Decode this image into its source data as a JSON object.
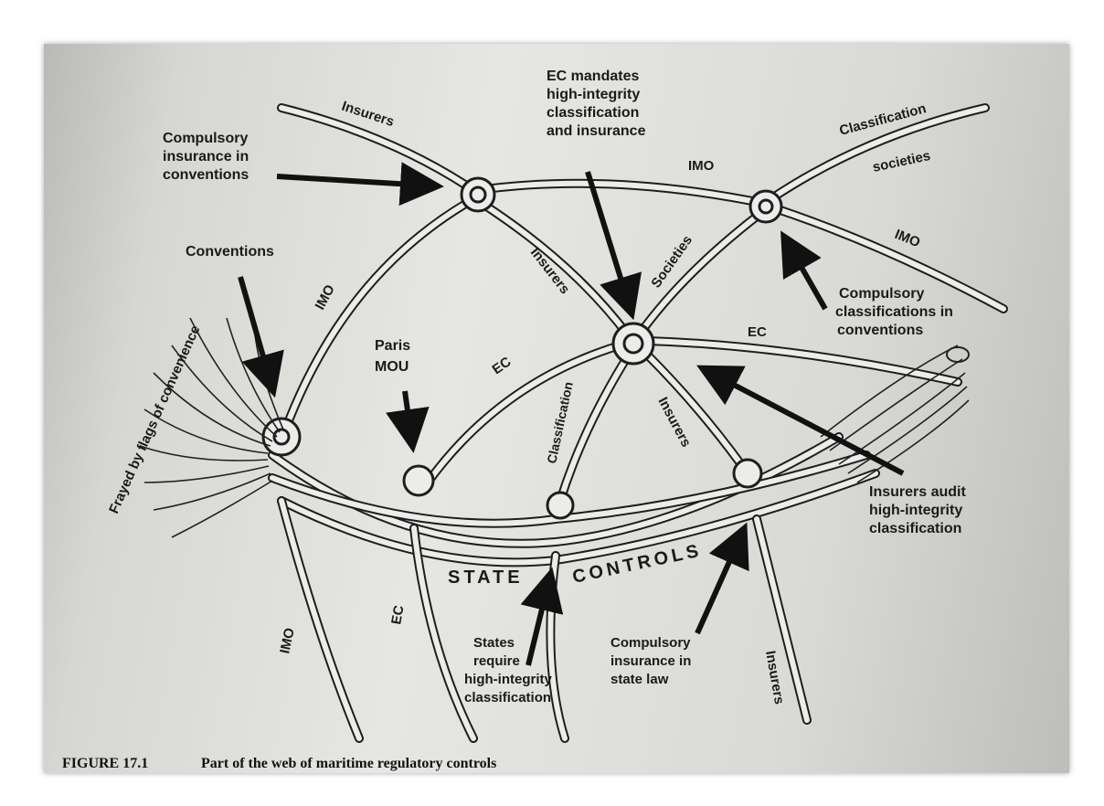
{
  "figure": {
    "caption_number": "FIGURE 17.1",
    "caption_text": "Part of the web of maritime regulatory controls"
  },
  "strand_labels": {
    "insurers_top_left": "Insurers",
    "imo_top": "IMO",
    "classification_top_right": "Classification",
    "societies_top_right": "societies",
    "imo_right": "IMO",
    "imo_left_arc": "IMO",
    "insurers_middle": "Insurers",
    "societies_middle": "Societies",
    "ec_left_arc": "EC",
    "ec_right": "EC",
    "classification_middle": "Classification",
    "insurers_lower_right": "Insurers",
    "imo_bottom": "IMO",
    "ec_bottom": "EC",
    "insurers_bottom_right": "Insurers"
  },
  "annotations": {
    "compulsory_insurance_conventions": [
      "Compulsory",
      "insurance in",
      "conventions"
    ],
    "ec_mandates": [
      "EC mandates",
      "high-integrity",
      "classification",
      "and insurance"
    ],
    "conventions": "Conventions",
    "paris_mou": [
      "Paris",
      "MOU"
    ],
    "compulsory_classifications": [
      "Compulsory",
      "classifications in",
      "conventions"
    ],
    "insurers_audit": [
      "Insurers audit",
      "high-integrity",
      "classification"
    ],
    "states_require": [
      "States",
      "require",
      "high-integrity",
      "classification"
    ],
    "compulsory_insurance_state_law": [
      "Compulsory",
      "insurance in",
      "state law"
    ],
    "frayed": "Frayed by flags of convenience",
    "state_controls_left": "STATE",
    "state_controls_right": "CONTROLS"
  }
}
